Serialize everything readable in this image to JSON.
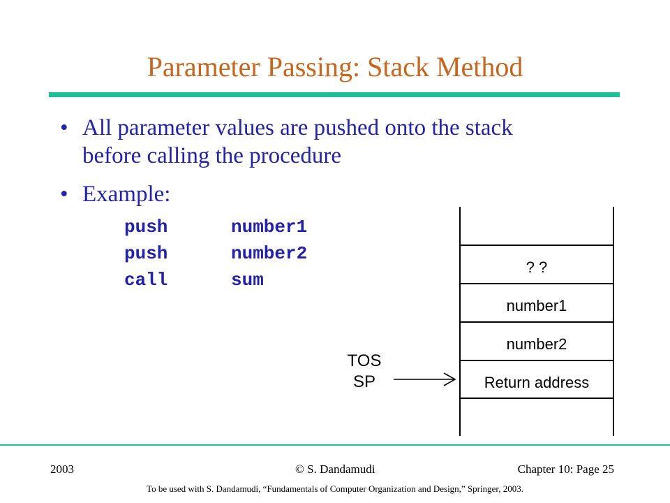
{
  "slide": {
    "title": "Parameter Passing: Stack Method",
    "bullets": [
      {
        "marker": "•",
        "lines": [
          "All parameter values are pushed onto the stack",
          "before calling the procedure"
        ]
      },
      {
        "marker": "•",
        "lines": [
          "Example:"
        ]
      }
    ],
    "code": [
      {
        "op": "push",
        "arg": "number1"
      },
      {
        "op": "push",
        "arg": "number2"
      },
      {
        "op": "call",
        "arg": "sum"
      }
    ]
  },
  "diagram": {
    "cells": [
      "? ?",
      "number1",
      "number2",
      "Return address"
    ],
    "pointer_labels": [
      "TOS",
      "SP"
    ],
    "pointer_target": "Return address"
  },
  "footer": {
    "year": "2003",
    "author": "© S. Dandamudi",
    "page": "Chapter 10: Page 25",
    "note": "To be used with S. Dandamudi, “Fundamentals of Computer Organization and Design,” Springer, 2003."
  },
  "colors": {
    "title": "#c8661e",
    "body_text": "#2222aa",
    "rule": "#19c29a"
  }
}
